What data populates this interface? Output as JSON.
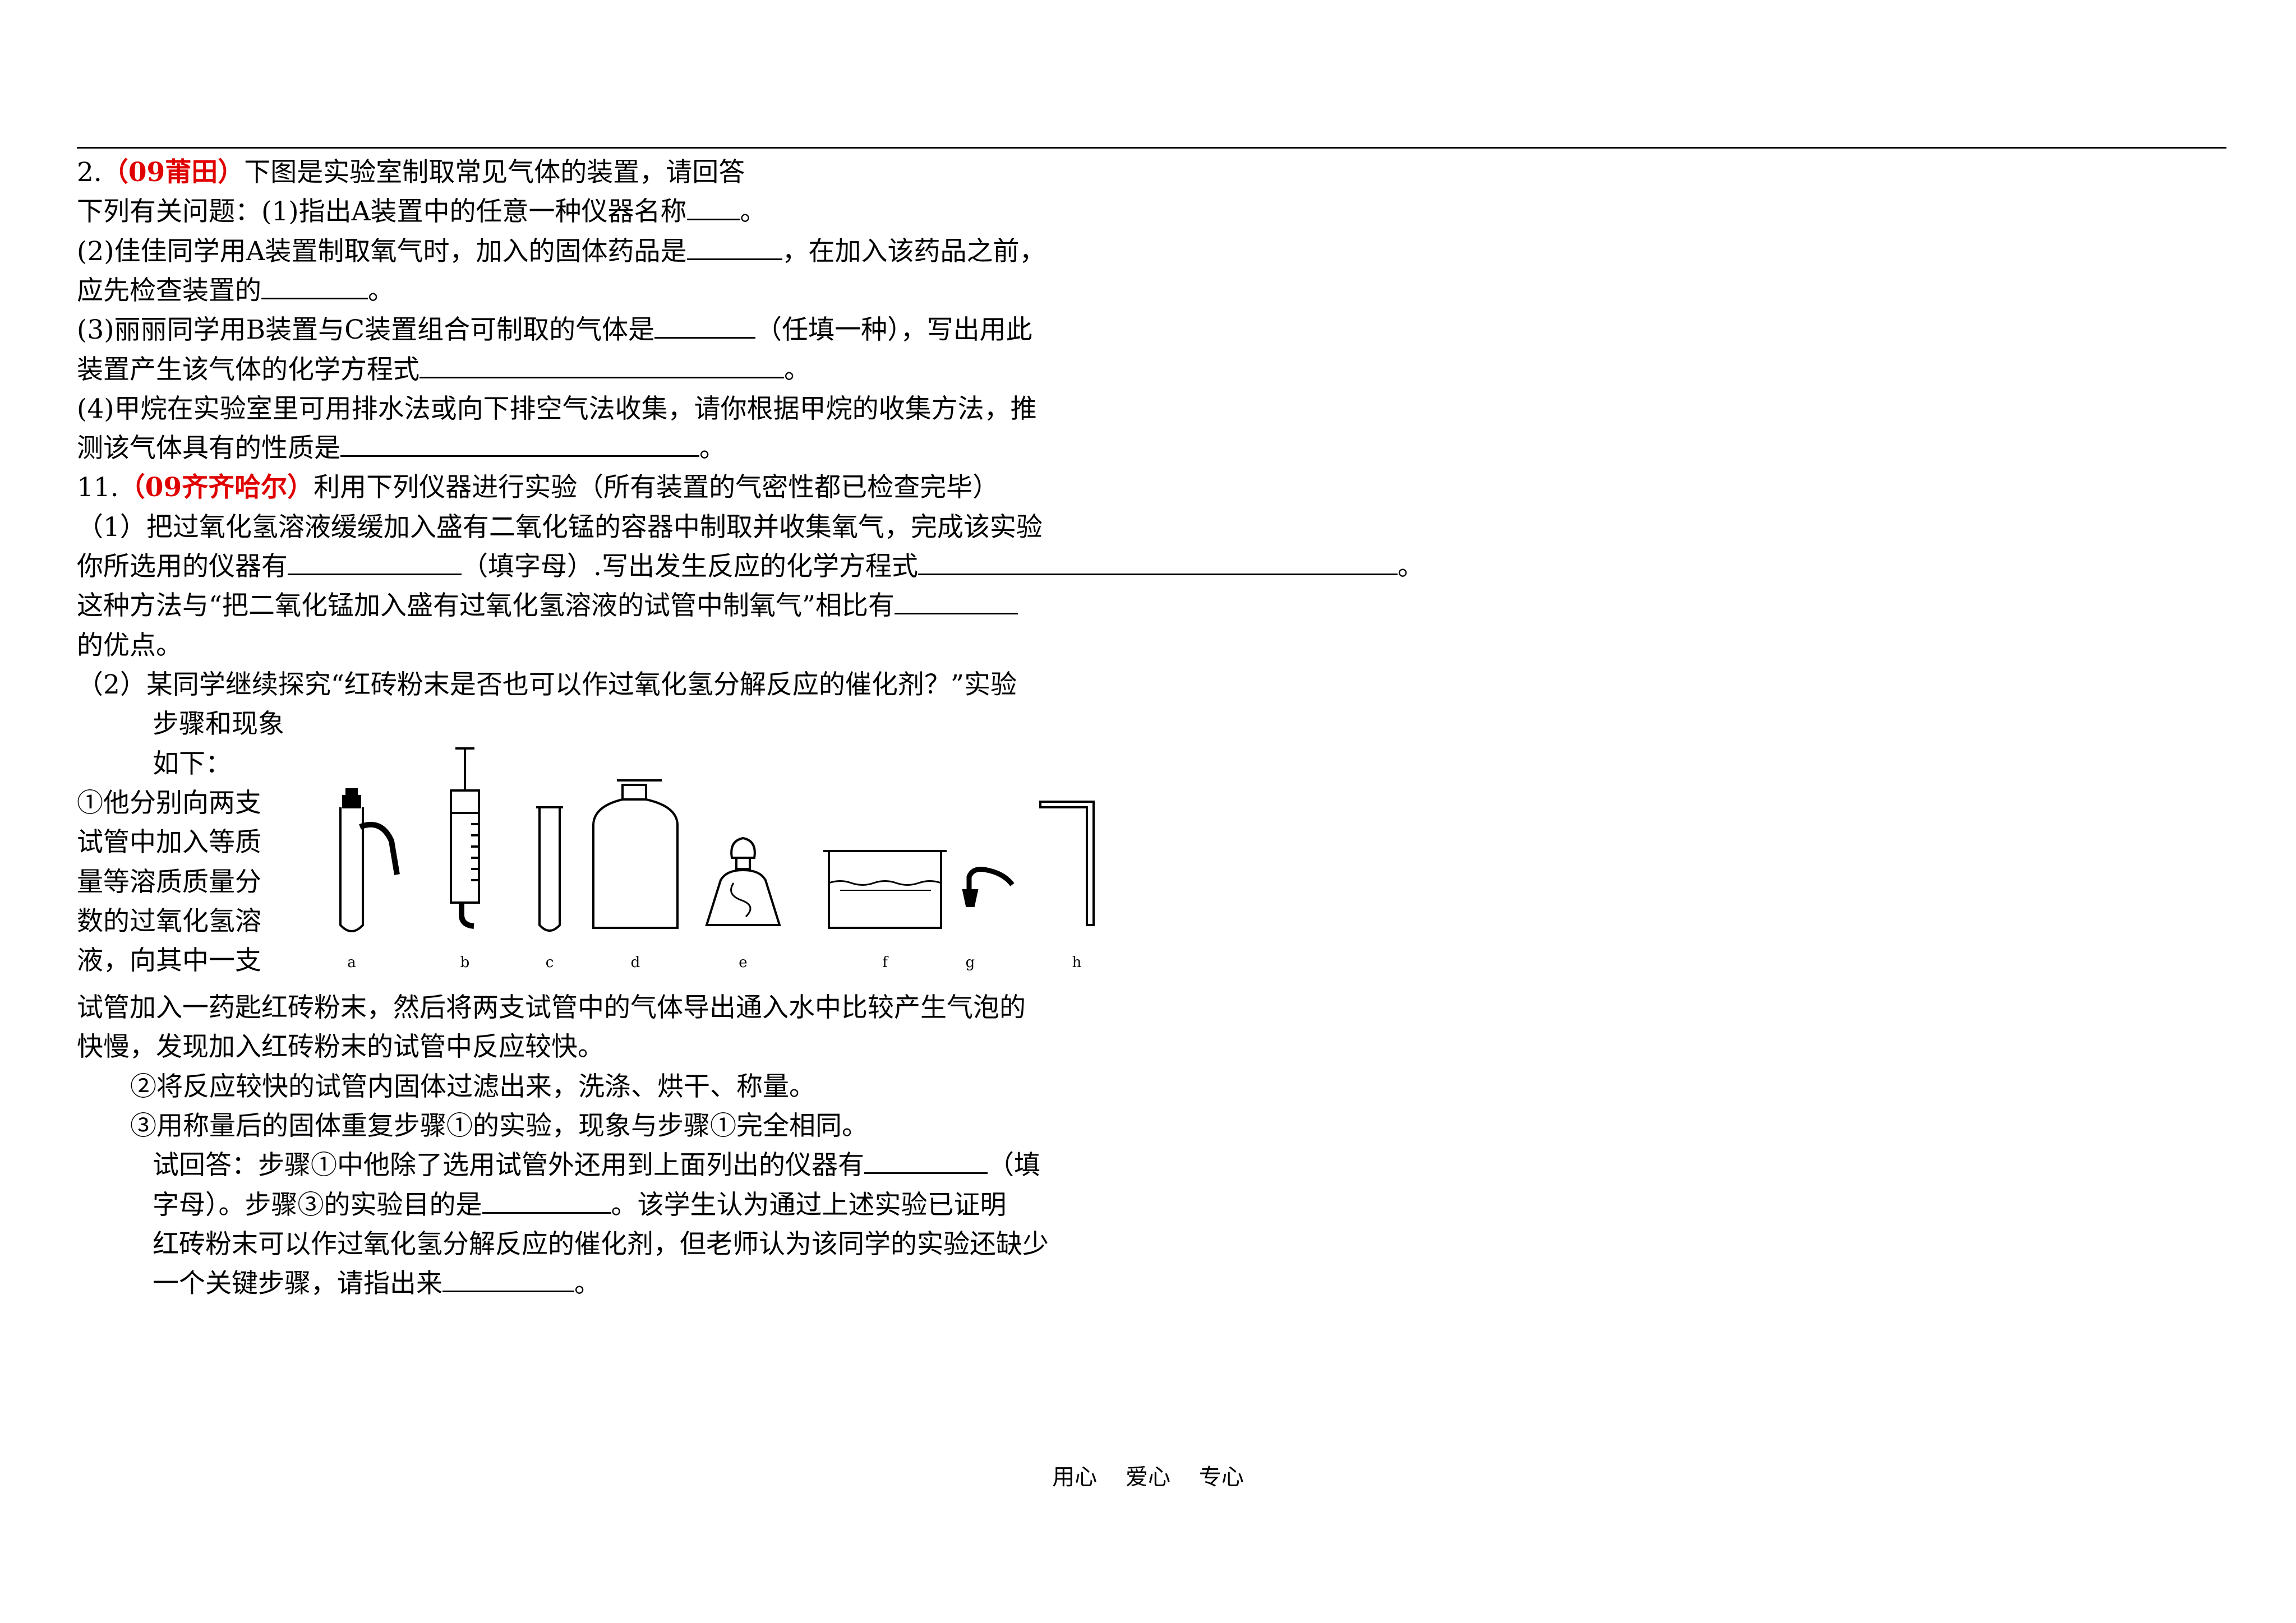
{
  "q2": {
    "prefix": "2.",
    "source": "（09莆田）",
    "line1": "下图是实验室制取常见气体的装置，请回答",
    "line2": "下列有关问题：(1)指出A装置中的任意一种仪器名称",
    "line2_end": "。",
    "line3": "(2)佳佳同学用A装置制取氧气时，加入的固体药品是",
    "line3_end": "，在加入该药品之前，",
    "line4": "应先检查装置的",
    "line4_end": "。",
    "line5": "(3)丽丽同学用B装置与C装置组合可制取的气体是",
    "line5_end": "（任填一种），写出用此",
    "line6": "装置产生该气体的化学方程式",
    "line6_end": "。",
    "line7": "(4)甲烷在实验室里可用排水法或向下排空气法收集，请你根据甲烷的收集方法，推",
    "line8": "测该气体具有的性质是",
    "line8_end": "。"
  },
  "q11": {
    "prefix": "11.",
    "source": "（09齐齐哈尔）",
    "line1": "利用下列仪器进行实验（所有装置的气密性都已检查完毕）",
    "p1_line1": "（1）把过氧化氢溶液缓缓加入盛有二氧化锰的容器中制取并收集氧气，完成该实验",
    "p1_line2": "你所选用的仪器有",
    "p1_line2_mid": "（填字母）.写出发生反应的化学方程式",
    "p1_line2_end": "。",
    "p1_line3": "这种方法与“把二氧化锰加入盛有过氧化氢溶液的试管中制氧气”相比有",
    "p1_line4": "的优点。",
    "p2_line1": "（2）某同学继续探究“红砖粉末是否也可以作过氧化氢分解反应的催化剂？”实验",
    "p2_line2": "步骤和现象",
    "p2_line3": "如下：",
    "side_lines": [
      "①他分别向两支",
      "试管中加入等质",
      "量等溶质质量分",
      "数的过氧化氢溶",
      "液，向其中一支"
    ],
    "p2_line4": "试管加入一药匙红砖粉末，然后将两支试管中的气体导出通入水中比较产生气泡的",
    "p2_line5": "快慢，发现加入红砖粉末的试管中反应较快。",
    "step2": "②将反应较快的试管内固体过滤出来，洗涤、烘干、称量。",
    "step3": "③用称量后的固体重复步骤①的实验，现象与步骤①完全相同。",
    "ans1": "试回答：步骤①中他除了选用试管外还用到上面列出的仪器有",
    "ans1_end": "（填",
    "ans2": "字母）。步骤③的实验目的是",
    "ans2_end": "。该学生认为通过上述实验已证明",
    "ans3": "红砖粉末可以作过氧化氢分解反应的催化剂，但老师认为该同学的实验还缺少",
    "ans4": "一个关键步骤，请指出来",
    "ans4_end": "。"
  },
  "figure": {
    "labels": [
      "a",
      "b",
      "c",
      "d",
      "e",
      "f",
      "g",
      "h"
    ]
  },
  "footer": "用心    爱心    专心"
}
